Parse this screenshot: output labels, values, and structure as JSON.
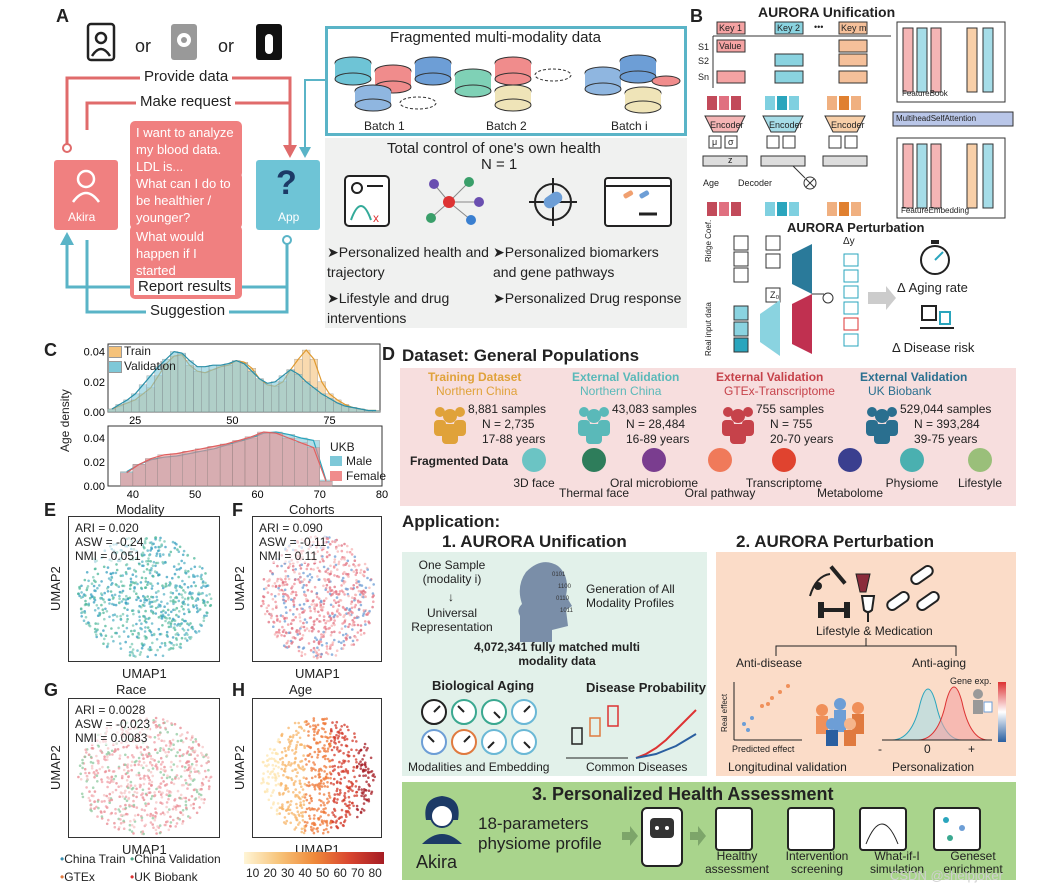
{
  "panels": {
    "A": "A",
    "B": "B",
    "C": "C",
    "D": "D",
    "E": "E",
    "F": "F",
    "G": "G",
    "H": "H"
  },
  "a": {
    "or1": "or",
    "or2": "or",
    "provide_data": "Provide data",
    "make_request": "Make request",
    "report_results": "Report results",
    "suggestion": "Suggestion",
    "user": "Akira",
    "app": "App",
    "app_glyph": "?",
    "bubbles": [
      "I want to analyze my blood data. LDL is...",
      "What can I do to be healthier / younger?",
      "What would happen if I started exercising?"
    ],
    "fragmented": "Fragmented multi-modality data",
    "batches": [
      "Batch 1",
      "Batch 2",
      "Batch i"
    ],
    "total_control": "Total control of one's own health",
    "n_equals": "N = 1",
    "features": [
      "➤Personalized health and trajectory",
      "➤Personalized  biomarkers and gene pathways",
      "➤Lifestyle and drug interventions",
      "➤Personalized  Drug response"
    ],
    "icons": [
      "person-doc-icon",
      "person-id-icon",
      "phone-tube-icon",
      "clipboard-icon",
      "network-icon",
      "pill-target-icon",
      "lifestyle-icon"
    ]
  },
  "b": {
    "title": "AURORA Unification",
    "keys": [
      "Key 1",
      "Key 2",
      "Key m"
    ],
    "dots": "•••",
    "rows": [
      "S1",
      "S2",
      "Sn"
    ],
    "value": "Value",
    "featurebook": "FeatureBook",
    "mhsa": "MultiheadSelfAttention",
    "encoder": "Encoder",
    "mu": "μ",
    "sigma": "σ",
    "z": "z",
    "age": "Age",
    "decoder": "Decoder",
    "feature_embedding": "FeatureEmbedding",
    "perturbation_title": "AURORA Perturbation",
    "ridge": "Ridge Coef.",
    "real_input": "Real input data",
    "delta_y": "Δy",
    "z_o": "Z₀",
    "aging_rate": "Δ Aging rate",
    "disease_risk": "Δ Disease risk"
  },
  "c": {
    "ylabel": "Age density",
    "top_legend": [
      "Train",
      "Validation"
    ],
    "bottom_legend_title": "UKB",
    "bottom_legend": [
      "Male",
      "Female"
    ],
    "colors": {
      "train": "#f5c27a",
      "validation": "#7ec8d8",
      "male": "#7ec8d8",
      "female": "#f08c8c"
    }
  },
  "chart_data": [
    {
      "type": "bar",
      "title": "",
      "xlabel": "",
      "ylabel": "Age density",
      "xlim": [
        18,
        88
      ],
      "ylim": [
        0,
        0.045
      ],
      "x_ticks": [
        "25",
        "50",
        "75"
      ],
      "y_ticks": [
        "0.00",
        "0.02",
        "0.04"
      ],
      "series": [
        {
          "name": "Train",
          "x": [
            18,
            20,
            22,
            24,
            26,
            28,
            30,
            32,
            34,
            36,
            38,
            40,
            42,
            44,
            46,
            48,
            50,
            52,
            54,
            56,
            58,
            60,
            62,
            64,
            66,
            68,
            70,
            72,
            74,
            76,
            78,
            80,
            82,
            84,
            86
          ],
          "values": [
            0.002,
            0.004,
            0.006,
            0.008,
            0.012,
            0.016,
            0.024,
            0.032,
            0.037,
            0.038,
            0.031,
            0.027,
            0.026,
            0.028,
            0.03,
            0.031,
            0.034,
            0.033,
            0.029,
            0.022,
            0.018,
            0.017,
            0.02,
            0.028,
            0.035,
            0.041,
            0.035,
            0.02,
            0.012,
            0.008,
            0.005,
            0.003,
            0.002,
            0.001,
            0.001
          ]
        },
        {
          "name": "Validation",
          "x": [
            18,
            20,
            22,
            24,
            26,
            28,
            30,
            32,
            34,
            36,
            38,
            40,
            42,
            44,
            46,
            48,
            50,
            52,
            54,
            56,
            58,
            60,
            62,
            64,
            66,
            68,
            70,
            72,
            74,
            76,
            78,
            80,
            82,
            84,
            86
          ],
          "values": [
            0.002,
            0.005,
            0.008,
            0.012,
            0.018,
            0.024,
            0.03,
            0.035,
            0.04,
            0.039,
            0.034,
            0.03,
            0.03,
            0.031,
            0.031,
            0.032,
            0.034,
            0.032,
            0.027,
            0.022,
            0.019,
            0.02,
            0.024,
            0.028,
            0.025,
            0.02,
            0.016,
            0.012,
            0.009,
            0.006,
            0.004,
            0.003,
            0.002,
            0.001,
            0.001
          ]
        }
      ]
    },
    {
      "type": "bar",
      "title": "",
      "xlabel": "",
      "ylabel": "",
      "xlim": [
        36,
        80
      ],
      "ylim": [
        0,
        0.05
      ],
      "x_ticks": [
        "40",
        "50",
        "60",
        "70",
        "80"
      ],
      "y_ticks": [
        "0.00",
        "0.02",
        "0.04"
      ],
      "series": [
        {
          "name": "Male",
          "x": [
            38,
            40,
            42,
            44,
            46,
            48,
            50,
            52,
            54,
            56,
            58,
            60,
            62,
            64,
            66,
            68,
            70
          ],
          "values": [
            0.012,
            0.018,
            0.022,
            0.024,
            0.025,
            0.027,
            0.029,
            0.031,
            0.034,
            0.037,
            0.04,
            0.044,
            0.045,
            0.043,
            0.04,
            0.038,
            0.005
          ]
        },
        {
          "name": "Female",
          "x": [
            38,
            40,
            42,
            44,
            46,
            48,
            50,
            52,
            54,
            56,
            58,
            60,
            62,
            64,
            66,
            68,
            70
          ],
          "values": [
            0.011,
            0.018,
            0.023,
            0.026,
            0.027,
            0.029,
            0.031,
            0.033,
            0.035,
            0.038,
            0.041,
            0.045,
            0.044,
            0.04,
            0.036,
            0.032,
            0.004
          ]
        }
      ]
    }
  ],
  "umaps": [
    {
      "label": "E",
      "title": "Modality",
      "stats": [
        "ARI = 0.020",
        "ASW =  -0.24",
        "NMI = 0.051"
      ]
    },
    {
      "label": "F",
      "title": "Cohorts",
      "stats": [
        "ARI = 0.090",
        "ASW = -0.11",
        "NMI = 0.11"
      ]
    },
    {
      "label": "G",
      "title": "Race",
      "stats": [
        "ARI = 0.0028",
        "ASW = -0.023",
        "NMI = 0.0083"
      ]
    },
    {
      "label": "H",
      "title": "Age",
      "stats": []
    }
  ],
  "umap_axes": {
    "x": "UMAP1",
    "y": "UMAP2"
  },
  "umap_legend": [
    "China Train",
    "China Validation",
    "GTEx",
    "UK Biobank"
  ],
  "umap_legend_colors": [
    "#3a8fb0",
    "#4fa98a",
    "#e07a3f",
    "#d33"
  ],
  "age_scale": [
    "10",
    "20",
    "30",
    "40",
    "50",
    "60",
    "70",
    "80"
  ],
  "d": {
    "title": "Dataset: General Populations",
    "cohorts": [
      {
        "head": "Training Dataset",
        "sub": "Northern China",
        "samples": "8,881 samples",
        "n": "N = 2,735",
        "age": "17-88 years",
        "color": "#e0a23a"
      },
      {
        "head": "External Validation",
        "sub": "Northern China",
        "samples": "43,083 samples",
        "n": "N = 28,484",
        "age": "16-89 years",
        "color": "#5ab9b9"
      },
      {
        "head": "External Validation",
        "sub": "GTEx-Transcriptome",
        "samples": "755 samples",
        "n": "N = 755",
        "age": "20-70 years",
        "color": "#c6424a"
      },
      {
        "head": "External Validation",
        "sub": "UK Biobank",
        "samples": "529,044 samples",
        "n": "N = 393,284",
        "age": "39-75 years",
        "color": "#2a6f8f"
      }
    ],
    "fragmented_label": "Fragmented Data",
    "modalities": [
      "3D face",
      "Thermal face",
      "Oral microbiome",
      "Oral pathway",
      "Transcriptome",
      "Metabolome",
      "Physiome",
      "Lifestyle"
    ],
    "modality_colors": [
      "#6bc4c4",
      "#2e7d5b",
      "#7a3d8f",
      "#f07a5a",
      "#e0432f",
      "#3a3f8f",
      "#4ab0b0",
      "#9abf7a"
    ]
  },
  "app": {
    "title": "Application:",
    "u_title": "1. AURORA Unification",
    "u_one_sample": "One Sample (modality i)",
    "u_universal": "Universal Representation",
    "u_generation": "Generation of All Modality Profiles",
    "u_matched": "4,072,341 fully matched multi modality data",
    "u_bio_aging": "Biological Aging",
    "u_disease_prob": "Disease Probability",
    "u_modalities": "Modalities and Embedding",
    "u_common": "Common Diseases",
    "p_title": "2. AURORA Perturbation",
    "p_lifestyle": "Lifestyle & Medication",
    "p_anti_disease": "Anti-disease",
    "p_anti_aging": "Anti-aging",
    "p_real_effect": "Real effect",
    "p_pred_effect": "Predicted effect",
    "p_long": "Longitudinal validation",
    "p_person": "Personalization",
    "p_gene": "Gene exp.",
    "p_minus": "-",
    "p_zero": "0",
    "p_plus": "+",
    "h_title": "3. Personalized Health Assessment",
    "h_user": "Akira",
    "h_profile": "18-parameters physiome profile",
    "h_steps": [
      "Healthy assessment",
      "Intervention screening",
      "What-if-I simulation",
      "Geneset enrichment"
    ],
    "watermark": "CSDN @shelpjoker"
  }
}
